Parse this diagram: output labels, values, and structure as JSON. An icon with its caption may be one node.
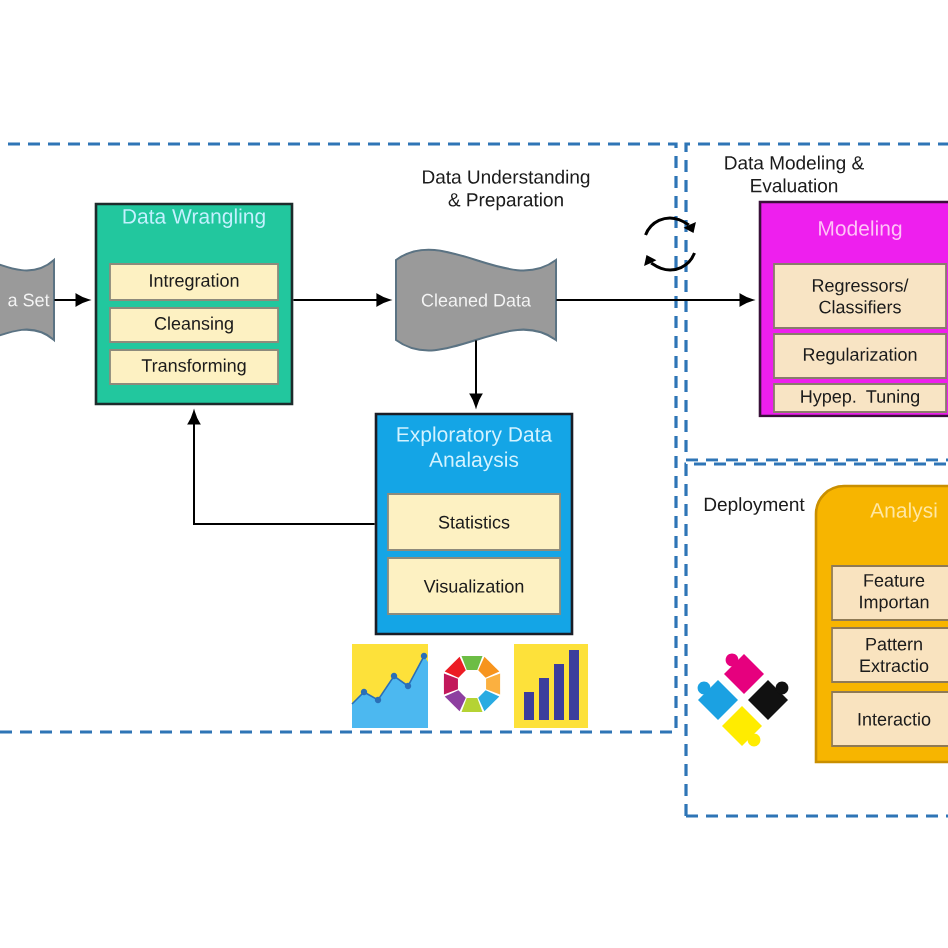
{
  "diagram": {
    "nodes": [
      {
        "text": [
          "Data Understanding & Preparation"
        ]
      },
      {
        "text": [
          "a Set"
        ],
        "in": 0
      },
      {
        "text": [
          "Data Wrangling"
        ],
        "in": 0
      },
      {
        "text": [
          "Intregration"
        ],
        "in": 2
      },
      {
        "text": [
          "Cleansing"
        ],
        "in": 2
      },
      {
        "text": [
          "Transforming"
        ],
        "in": 2
      },
      {
        "text": [
          "Cleaned Data"
        ],
        "in": 0
      },
      {
        "text": [
          "Exploratory Data Analaysis"
        ],
        "in": 0
      },
      {
        "text": [
          "Statistics"
        ],
        "in": 7
      },
      {
        "text": [
          "Visualization"
        ],
        "in": 7
      },
      {
        "text": [
          "Data Modeling & Evaluation"
        ]
      },
      {
        "text": [
          "Modeling"
        ],
        "in": 10
      },
      {
        "text": [
          "Regressors/ Classifiers"
        ],
        "in": 11
      },
      {
        "text": [
          "Regularization"
        ],
        "in": 11
      },
      {
        "text": [
          "Hypep. Tuning"
        ],
        "in": 11
      },
      {
        "text": [
          "Deployment"
        ]
      },
      {
        "text": [
          "Analysi"
        ],
        "in": 15
      },
      {
        "text": [
          "Feature Importan"
        ],
        "in": 16
      },
      {
        "text": [
          "Pattern Extractio"
        ],
        "in": 16
      },
      {
        "text": [
          "Interactio"
        ],
        "in": 16
      }
    ],
    "edges": [
      {
        "from": 1,
        "to": 2,
        "arrow": "to"
      },
      {
        "from": 2,
        "to": 6,
        "arrow": "to"
      },
      {
        "from": 6,
        "to": 7,
        "arrow": "to"
      },
      {
        "from": 7,
        "to": 2,
        "arrow": "to"
      },
      {
        "from": 6,
        "to": 11,
        "arrow": "to"
      }
    ]
  }
}
